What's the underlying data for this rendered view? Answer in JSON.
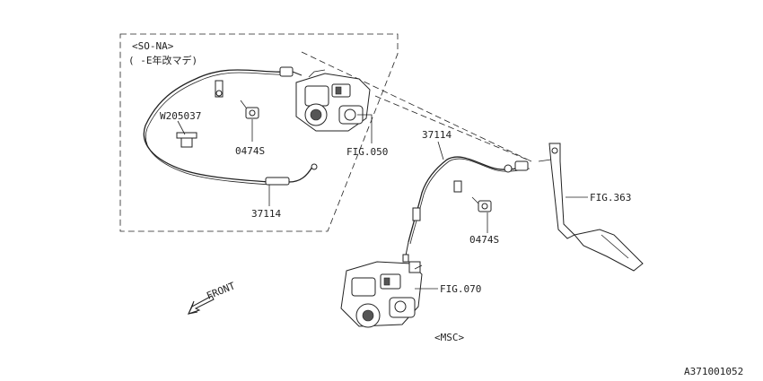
{
  "diagram_id": "A371001052",
  "box_title_line1": "<SO-NA>",
  "box_title_line2": "(  -E年改マデ)",
  "labels": {
    "w205037": "W205037",
    "bolt_upper": "0474S",
    "fig050": "FIG.050",
    "cable_upper": "37114",
    "cable_lower": "37114",
    "bolt_lower": "0474S",
    "fig363": "FIG.363",
    "fig070": "FIG.070",
    "msc": "<MSC>",
    "front": "FRONT"
  }
}
